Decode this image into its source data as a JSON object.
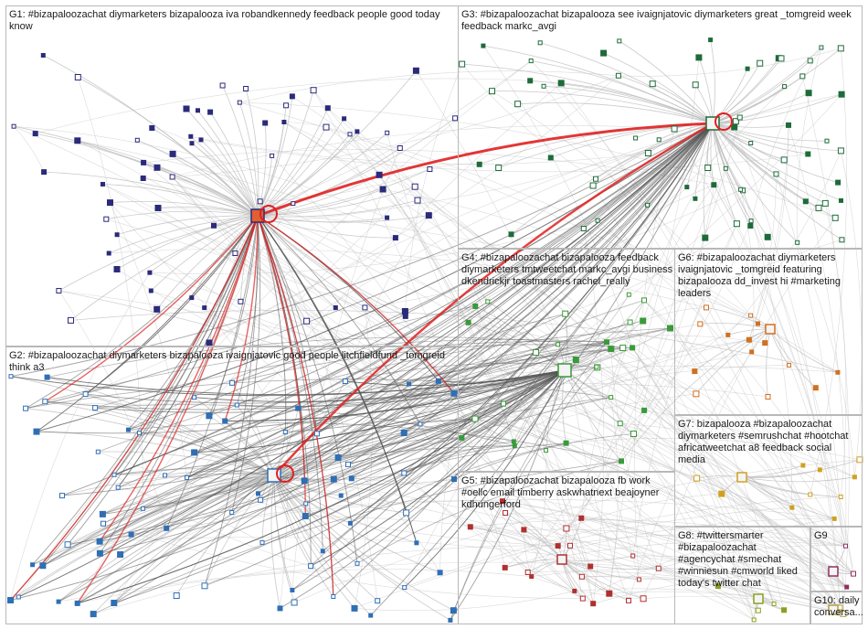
{
  "groups": [
    {
      "id": "G1",
      "label": "G1: #bizapaloozachat diymarketers bizapalooza iva robandkennedy feedback people good today know"
    },
    {
      "id": "G2",
      "label": "G2: #bizapaloozachat diymarketers bizapalooza ivaignjatovic good people litchfieldfund _tomgreid think a3"
    },
    {
      "id": "G3",
      "label": "G3: #bizapaloozachat bizapalooza see ivaignjatovic diymarketers great _tomgreid week feedback markc_avgi"
    },
    {
      "id": "G4",
      "label": "G4: #bizapaloozachat bizapalooza feedback diymarketers tmtweetchat markc_avgi business dkendrickjr toastmasters rachel_really"
    },
    {
      "id": "G5",
      "label": "G5: #bizapaloozachat bizapalooza fb work #oellc email timberry askwhatnext beajoyner kdhungerford"
    },
    {
      "id": "G6",
      "label": "G6: #bizapaloozachat diymarketers ivaignjatovic _tomgreid featuring bizapalooza dd_invest hi #marketing leaders"
    },
    {
      "id": "G7",
      "label": "G7: bizapalooza #bizapaloozachat diymarketers #semrushchat #hootchat africatweetchat a8 feedback social media"
    },
    {
      "id": "G8",
      "label": "G8: #twittersmarter #bizapaloozachat #agencychat #smechat #winniesun #cmworld liked today's twitter chat"
    },
    {
      "id": "G9",
      "label": "G9"
    },
    {
      "id": "G10",
      "label": "G10: daily conversa..."
    }
  ],
  "colors": {
    "G1": "#2b2b7a",
    "G2": "#2f6fb5",
    "G3": "#1e6b3a",
    "G4": "#3a9a3a",
    "G5": "#b03030",
    "G6": "#d07020",
    "G7": "#d0a020",
    "G8": "#8aa020",
    "G9": "#903060",
    "G10": "#b0a040",
    "edge": "#555555",
    "edge_light": "#bdbdbd",
    "highlight": "#e02020",
    "border": "#b8b8b8"
  }
}
